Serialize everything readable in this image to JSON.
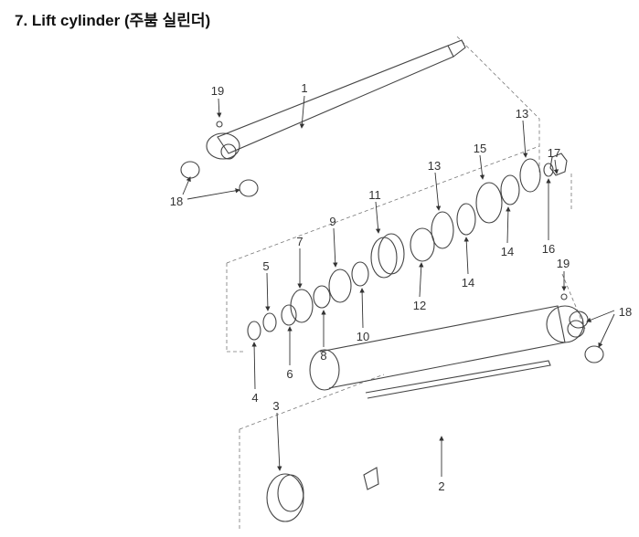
{
  "title": "7. Lift cylinder (주붐 실린더)",
  "labels": {
    "p1": "1",
    "p2": "2",
    "p3": "3",
    "p4": "4",
    "p5": "5",
    "p6": "6",
    "p7": "7",
    "p8": "8",
    "p9": "9",
    "p10": "10",
    "p11": "11",
    "p12": "12",
    "p13a": "13",
    "p13b": "13",
    "p14a": "14",
    "p14b": "14",
    "p15": "15",
    "p16": "16",
    "p17": "17",
    "p18a": "18",
    "p18b": "18",
    "p19a": "19",
    "p19b": "19"
  }
}
